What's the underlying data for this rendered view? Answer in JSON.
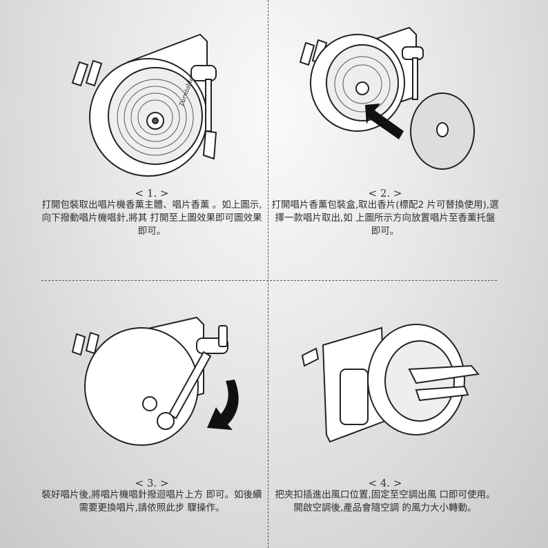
{
  "steps": [
    {
      "number": "< 1. >",
      "text": "打開包裝取出唱片機香薰主體、唱片香薰 。如上圖示,向下撥動唱片機唱針,將其 打開至上圖效果即可圖效果即可。"
    },
    {
      "number": "< 2. >",
      "text": "打開唱片香薰包裝盒,取出香片(標配2 片可替換使用),選擇一款唱片取出,如 上圖所示方向放置唱片至香薰托盤即可。"
    },
    {
      "number": "< 3. >",
      "text": "裝好唱片後,將唱片機唱針撥迴唱片上方 即可。如後續需要更換唱片,請依照此步 驟操作。"
    },
    {
      "number": "< 4. >",
      "text": "把夾扣插進出風口位置,固定至空調出風 口即可使用。開啟空調後,產品會隨空調 的風力大小轉動。"
    }
  ],
  "brand_logo_text": "Turntable"
}
